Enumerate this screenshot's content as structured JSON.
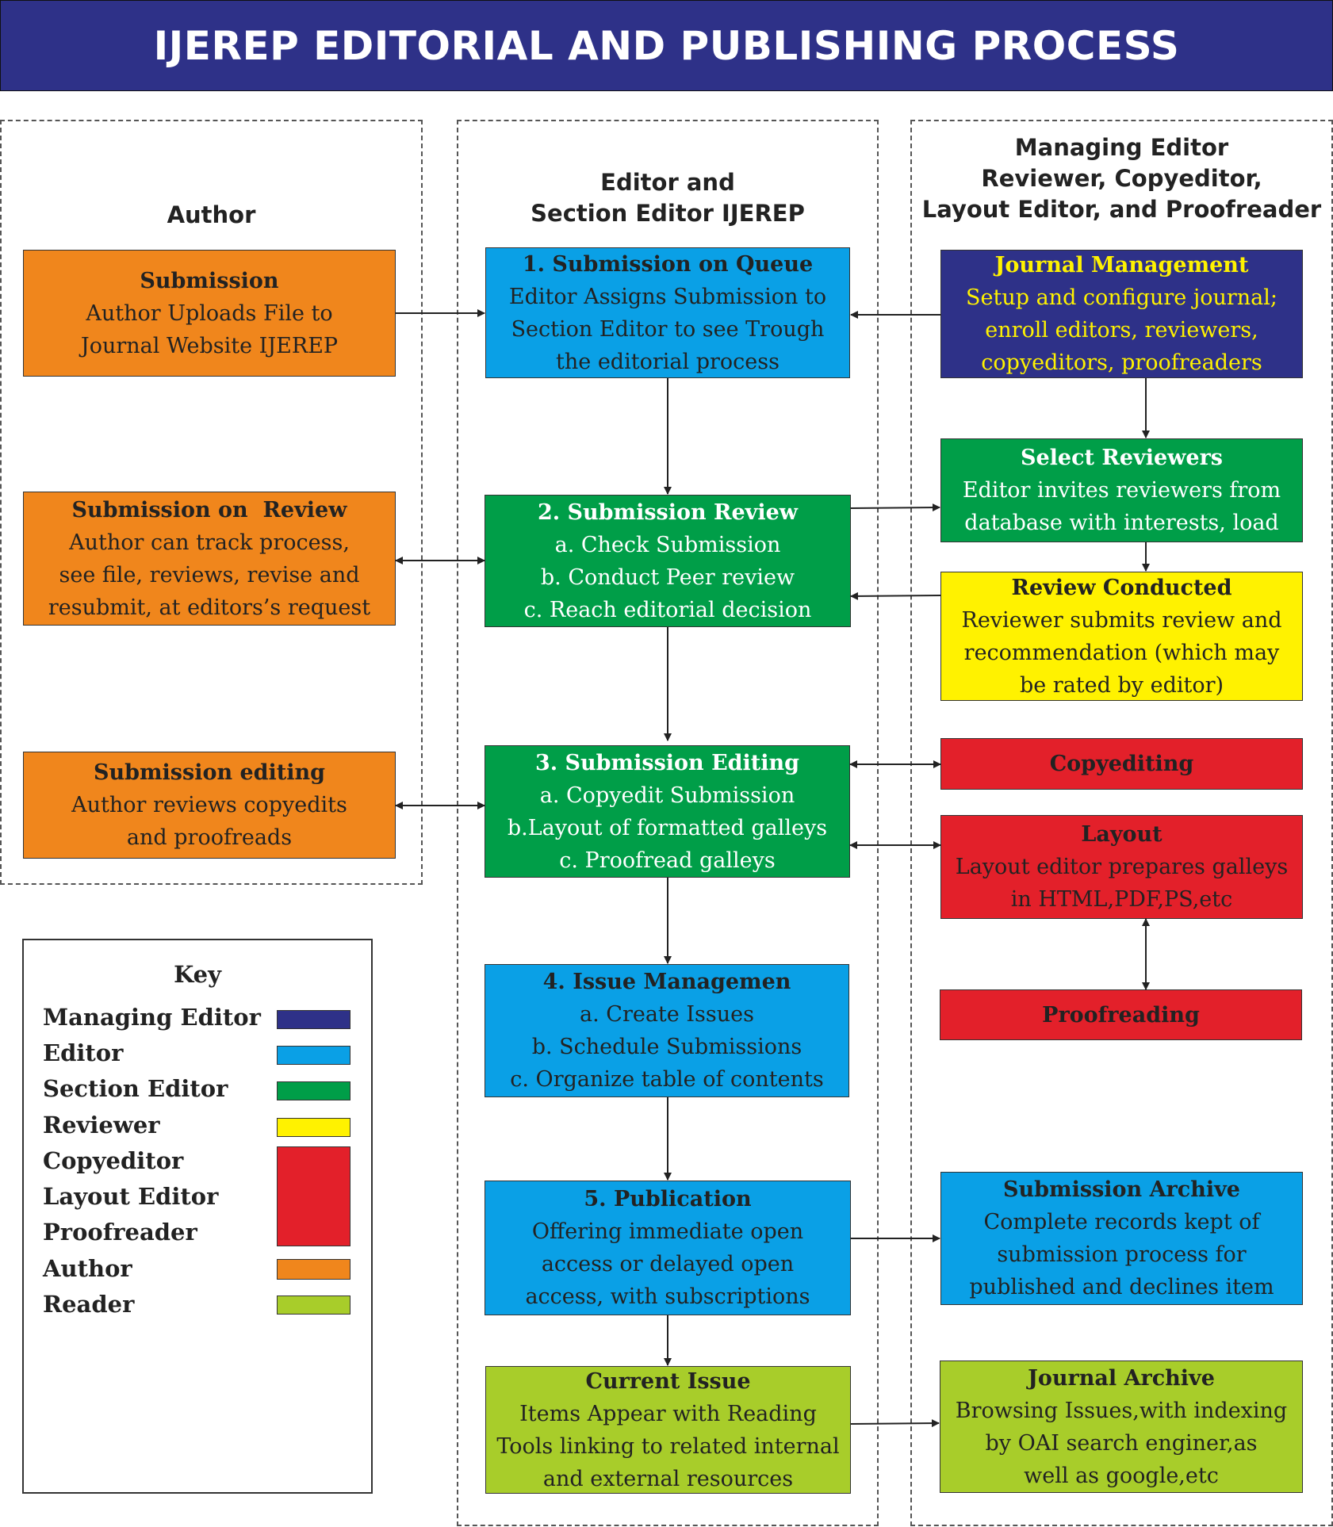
{
  "title": "IJEREP EDITORIAL AND PUBLISHING PROCESS",
  "columns": {
    "author": "Author",
    "editor_line1": "Editor and",
    "editor_line2": "Section Editor IJEREP",
    "managing_line1": "Managing Editor",
    "managing_line2": "Reviewer, Copyeditor,",
    "managing_line3": "Layout Editor, and Proofreader"
  },
  "author_boxes": {
    "submission": {
      "title": "Submission",
      "lines": [
        "Author Uploads File to",
        "Journal Website IJEREP"
      ]
    },
    "review": {
      "title": "Submission on  Review",
      "lines": [
        "Author can track process,",
        "see file, reviews, revise and",
        "resubmit, at editors’s request"
      ]
    },
    "editing": {
      "title": "Submission editing",
      "lines": [
        "Author reviews copyedits",
        "and proofreads"
      ]
    }
  },
  "editor_boxes": {
    "queue": {
      "title": "1. Submission on Queue",
      "lines": [
        "Editor Assigns Submission to",
        "Section Editor to see Trough",
        "the editorial process"
      ]
    },
    "review": {
      "title": "2. Submission Review",
      "lines": [
        "a. Check Submission",
        "b. Conduct Peer review",
        "c. Reach editorial decision"
      ]
    },
    "editing": {
      "title": "3. Submission Editing",
      "lines": [
        "a. Copyedit Submission",
        "b.Layout of formatted galleys",
        "c. Proofread galleys"
      ]
    },
    "issue": {
      "title": "4. Issue Managemen",
      "lines": [
        "a. Create Issues",
        "b. Schedule Submissions",
        "c. Organize table of contents"
      ]
    },
    "publication": {
      "title": "5. Publication",
      "lines": [
        "Offering immediate open",
        "access or delayed open",
        "access, with subscriptions"
      ]
    },
    "current": {
      "title": "Current Issue",
      "lines": [
        "Items Appear with Reading",
        "Tools linking to related internal",
        "and external resources"
      ]
    }
  },
  "managing_boxes": {
    "journal_mgmt": {
      "title": "Journal Management",
      "lines": [
        "Setup and configure journal;",
        "enroll editors, reviewers,",
        "copyeditors, proofreaders"
      ]
    },
    "select_reviewers": {
      "title": "Select Reviewers",
      "lines": [
        "Editor invites reviewers from",
        "database with interests, load"
      ]
    },
    "review_conducted": {
      "title": "Review Conducted",
      "lines": [
        "Reviewer submits review and",
        "recommendation (which may",
        "be rated by editor)"
      ]
    },
    "copyediting": {
      "title": "Copyediting"
    },
    "layout": {
      "title": "Layout",
      "lines": [
        "Layout editor prepares galleys",
        "in HTML,PDF,PS,etc"
      ]
    },
    "proofreading": {
      "title": "Proofreading"
    },
    "submission_archive": {
      "title": "Submission Archive",
      "lines": [
        "Complete records kept of",
        "submission process for",
        "published and declines item"
      ]
    },
    "journal_archive": {
      "title": "Journal Archive",
      "lines": [
        "Browsing Issues,with indexing",
        "by OAI search enginer,as",
        "well as google,etc"
      ]
    }
  },
  "key": {
    "title": "Key",
    "items": [
      {
        "label": "Managing Editor",
        "color": "#2e3188"
      },
      {
        "label": "Editor",
        "color": "#0aa0e6"
      },
      {
        "label": "Section Editor",
        "color": "#009e48"
      },
      {
        "label": "Reviewer",
        "color": "#fff200"
      },
      {
        "label": "Copyeditor",
        "color": "#e3202a"
      },
      {
        "label": "Layout Editor",
        "color": "#e3202a"
      },
      {
        "label": "Proofreader",
        "color": "#e3202a"
      },
      {
        "label": "Author",
        "color": "#f0861c"
      },
      {
        "label": "Reader",
        "color": "#a8cd2a"
      }
    ]
  }
}
